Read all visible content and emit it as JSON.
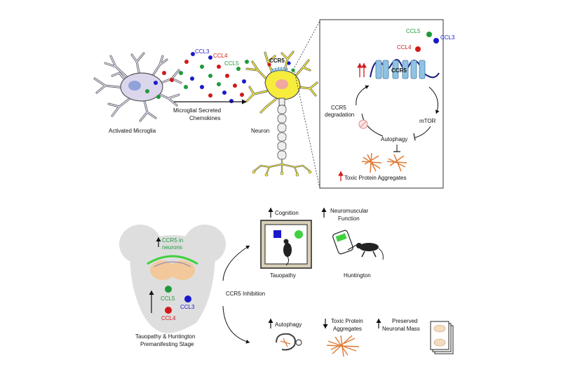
{
  "colors": {
    "ccl3": "#1a1acc",
    "ccl4": "#d11a1a",
    "ccl5": "#1e9a3c",
    "microglia_body": "#dcd6ec",
    "neuron_body": "#f6ec3c",
    "receptor": "#8fc3e6",
    "aggregate": "#e07a34",
    "arrow_up_red": "#d11a1a",
    "highlight_green": "#3fd13f"
  },
  "top": {
    "microglia_label": "Activated Microglia",
    "secreted_label_line1": "Microglial Secreted",
    "secreted_label_line2": "Chemokines",
    "neuron_label": "Neuron",
    "ccl3": "CCL3",
    "ccl4": "CCL4",
    "ccl5": "CCL5",
    "ccr5_neuron": "CCR5"
  },
  "inset": {
    "ccl5": "CCL5",
    "ccl3": "CCL3",
    "ccl4": "CCL4",
    "ccr5": "CCR5",
    "degradation_line1": "CCR5",
    "degradation_line2": "degradation",
    "mtor": "mTOR",
    "autophagy": "Autophagy",
    "toxic": "Toxic Protein Aggregates"
  },
  "bottom": {
    "brain_ccr5_line1": "CCR5 in",
    "brain_ccr5_line2": "neurons",
    "ccl5": "CCL5",
    "ccl3": "CCL3",
    "ccl4": "CCL4",
    "stage_line1": "Tauopathy & Huntington",
    "stage_line2": "Premanifesting Stage",
    "inhibition": "CCR5 Inhibition",
    "cognition": "Cognition",
    "neuromuscular_line1": "Neuromuscular",
    "neuromuscular_line2": "Function",
    "tauopathy": "Tauopathy",
    "huntington": "Huntington",
    "autophagy": "Autophagy",
    "toxic_line1": "Toxic Protein",
    "toxic_line2": "Aggregates",
    "preserved_line1": "Preserved",
    "preserved_line2": "Neuronal Mass"
  }
}
